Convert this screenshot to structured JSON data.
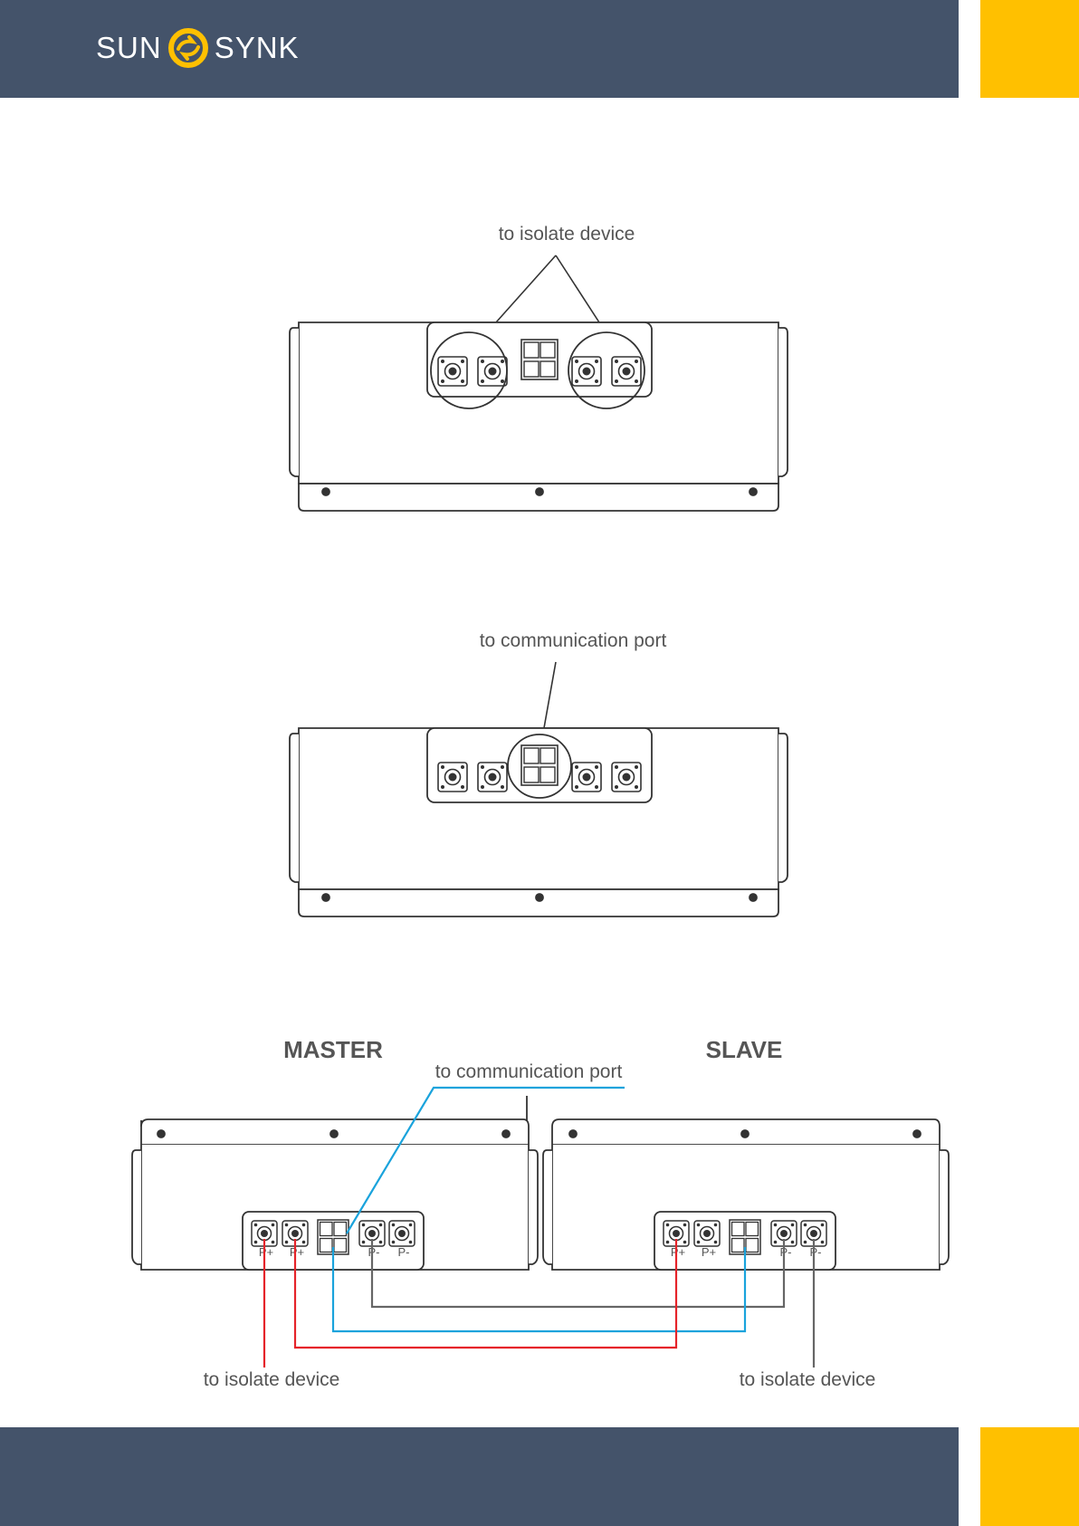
{
  "header": {
    "logo_left": "SUN",
    "logo_right": "SYNK",
    "brand_color": "#44536a",
    "accent_color": "#ffc000"
  },
  "figures": {
    "top": {
      "callout": "to isolate device"
    },
    "middle": {
      "callout": "to communication port"
    },
    "bottom": {
      "master_label": "MASTER",
      "slave_label": "SLAVE",
      "comm_callout": "to communication port",
      "left_callout": "to isolate device",
      "right_callout": "to isolate device",
      "terminal_labels": [
        "P+",
        "P+",
        "P-",
        "P-"
      ],
      "wire_colors": {
        "positive": "#e52329",
        "communication": "#1aa3dc",
        "negative": "#666666"
      }
    }
  }
}
